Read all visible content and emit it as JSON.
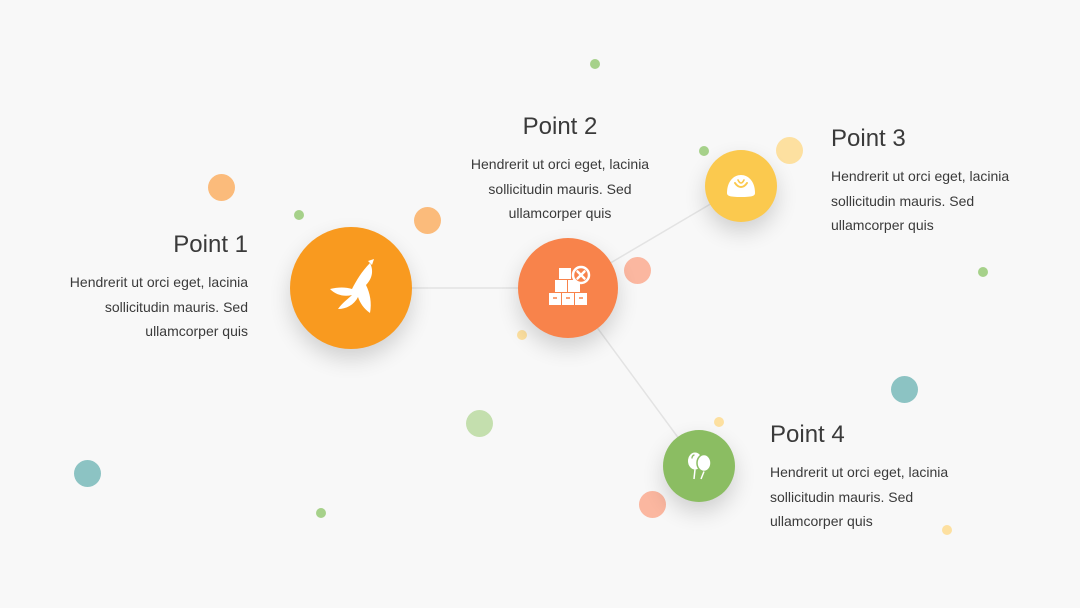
{
  "colors": {
    "orange": "#f99a1f",
    "coral": "#f8834b",
    "yellow": "#fbc94e",
    "green": "#8bbd62",
    "line": "#e3e3e3",
    "background": "#f8f8f8"
  },
  "points": [
    {
      "title": "Point 1",
      "desc": "Hendrerit ut orci eget, lacinia sollicitudin mauris. Sed ullamcorper quis",
      "icon": "banana-peel-icon"
    },
    {
      "title": "Point 2",
      "desc": "Hendrerit ut orci eget, lacinia sollicitudin mauris. Sed ullamcorper quis",
      "icon": "boxes-cancel-icon"
    },
    {
      "title": "Point 3",
      "desc": "Hendrerit ut orci eget, lacinia sollicitudin mauris. Sed ullamcorper quis",
      "icon": "bun-icon"
    },
    {
      "title": "Point 4",
      "desc": "Hendrerit ut orci eget, lacinia sollicitudin mauris. Sed ullamcorper quis",
      "icon": "balloons-icon"
    }
  ]
}
